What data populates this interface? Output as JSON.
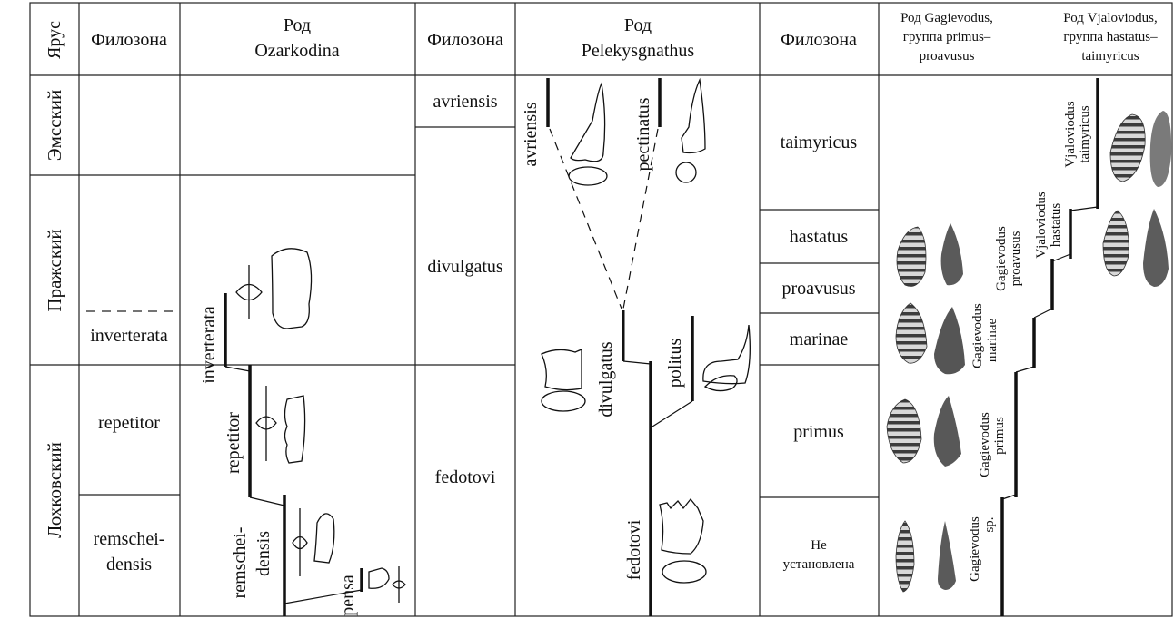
{
  "header": {
    "stage_col": "Ярус",
    "phylozone_1": "Филозона",
    "genus_ozarkodina_1": "Род",
    "genus_ozarkodina_2": "Ozarkodina",
    "phylozone_2": "Филозона",
    "genus_pelekysgnathus_1": "Род",
    "genus_pelekysgnathus_2": "Pelekysgnathus",
    "phylozone_3": "Филозона",
    "gagievodus_1": "Род Gagievodus,",
    "gagievodus_2": "группа primus–",
    "gagievodus_3": "proavusus",
    "vjaloviodus_1": "Род Vjaloviodus,",
    "vjaloviodus_2": "группа hastatus–",
    "vjaloviodus_3": "taimyricus"
  },
  "stages": [
    "Эмсский",
    "Пражский",
    "Лохковский"
  ],
  "ozarkodina_zones": {
    "inverterata": "inverterata",
    "repetitor": "repetitor",
    "remscheidensis_1": "remschei-",
    "remscheidensis_2": "densis"
  },
  "ozarkodina_lineages": {
    "inverterata": "inverterata",
    "repetitor": "repetitor",
    "remscheidensis_1": "remschei-",
    "remscheidensis_2": "densis",
    "pensa": "pensa"
  },
  "pelekysgnathus_zones": {
    "avriensis": "avriensis",
    "divulgatus": "divulgatus",
    "fedotovi": "fedotovi"
  },
  "pelekysgnathus_lineages": {
    "avriensis": "avriensis",
    "pectinatus": "pectinatus",
    "divulgatus": "divulgatus",
    "politus": "politus",
    "fedotovi": "fedotovi"
  },
  "right_zones": {
    "taimyricus": "taimyricus",
    "hastatus": "hastatus",
    "proavusus": "proavusus",
    "marinae": "marinae",
    "primus": "primus",
    "undetermined_1": "Не",
    "undetermined_2": "установлена"
  },
  "gagievodus_lineages": {
    "sp_1": "Gagievodus",
    "sp_2": "sp.",
    "primus_1": "Gagievodus",
    "primus_2": "primus",
    "marinae_1": "Gagievodus",
    "marinae_2": "marinae",
    "proavusus_1": "Gagievodus",
    "proavusus_2": "proavusus"
  },
  "vjaloviodus_lineages": {
    "hastatus_1": "Vjaloviodus",
    "hastatus_2": "hastatus",
    "taimyricus_1": "Vjaloviodus",
    "taimyricus_2": "taimyricus"
  }
}
